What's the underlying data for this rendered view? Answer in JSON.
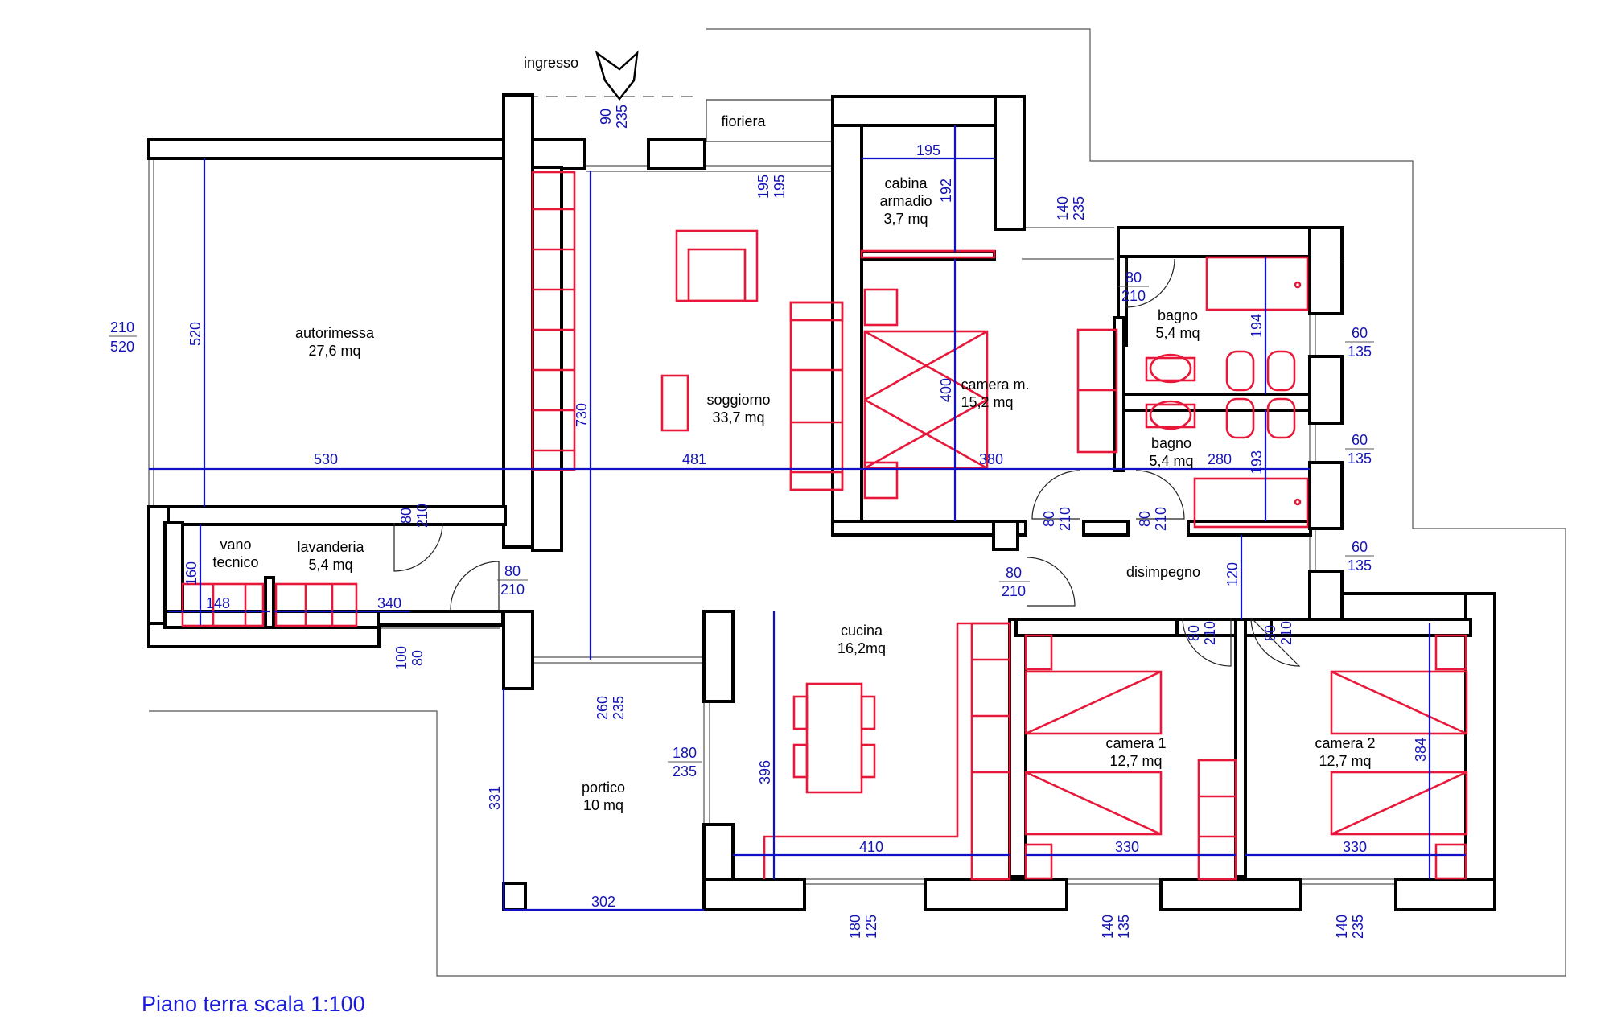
{
  "title": "Piano terra scala 1:100",
  "entrance": "ingresso",
  "rooms": [
    {
      "name": "fioriera"
    },
    {
      "name": "cabina",
      "name2": "armadio",
      "area": "3,7 mq"
    },
    {
      "name": "autorimessa",
      "area": "27,6 mq"
    },
    {
      "name": "soggiorno",
      "area": "33,7 mq"
    },
    {
      "name": "camera m.",
      "area": "15,2 mq"
    },
    {
      "name": "bagno",
      "area": "5,4 mq"
    },
    {
      "name": "bagno",
      "area": "5,4 mq"
    },
    {
      "name": "vano",
      "name2": "tecnico"
    },
    {
      "name": "lavanderia",
      "area": "5,4 mq"
    },
    {
      "name": "disimpegno"
    },
    {
      "name": "cucina",
      "area": "16,2mq"
    },
    {
      "name": "camera 1",
      "area": "12,7 mq"
    },
    {
      "name": "camera 2",
      "area": "12,7 mq"
    },
    {
      "name": "portico",
      "area": "10  mq"
    }
  ],
  "dimensions": [
    "530",
    "481",
    "380",
    "280",
    "520",
    "730",
    "195",
    "192",
    "400",
    "194",
    "193",
    "160",
    "148",
    "340",
    "410",
    "330",
    "330",
    "302",
    "331",
    "396",
    "384",
    "120"
  ],
  "openings": [
    {
      "w": "90",
      "h": "235"
    },
    {
      "w": "195",
      "h": "195"
    },
    {
      "w": "140",
      "h": "235"
    },
    {
      "w": "210",
      "h": "520"
    },
    {
      "w": "80",
      "h": "210"
    },
    {
      "w": "60",
      "h": "135"
    },
    {
      "w": "60",
      "h": "135"
    },
    {
      "w": "60",
      "h": "135"
    },
    {
      "w": "80",
      "h": "210"
    },
    {
      "w": "80",
      "h": "210"
    },
    {
      "w": "80",
      "h": "210"
    },
    {
      "w": "80",
      "h": "210"
    },
    {
      "w": "80",
      "h": "210"
    },
    {
      "w": "80",
      "h": "210"
    },
    {
      "w": "80",
      "h": "210"
    },
    {
      "w": "100",
      "h": "80"
    },
    {
      "w": "260",
      "h": "235"
    },
    {
      "w": "180",
      "h": "235"
    },
    {
      "w": "180",
      "h": "125"
    },
    {
      "w": "140",
      "h": "135"
    },
    {
      "w": "140",
      "h": "235"
    }
  ]
}
